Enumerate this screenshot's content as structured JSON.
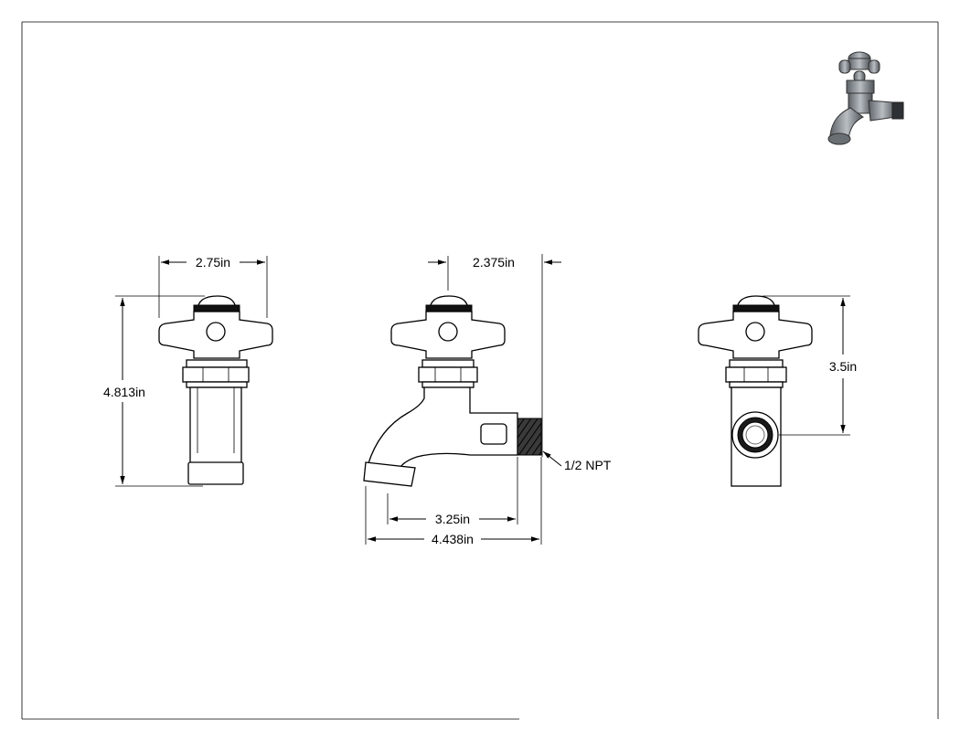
{
  "colors": {
    "line": "#000000",
    "background": "#ffffff",
    "thread": "#2a2a2a",
    "render": "#8a8f94"
  },
  "dimensions": {
    "front_width": "2.75in",
    "front_height": "4.813in",
    "side_top": "2.375in",
    "side_spout": "3.25in",
    "side_length": "4.438in",
    "side_thread": "1/2 NPT",
    "back_height": "3.5in"
  }
}
